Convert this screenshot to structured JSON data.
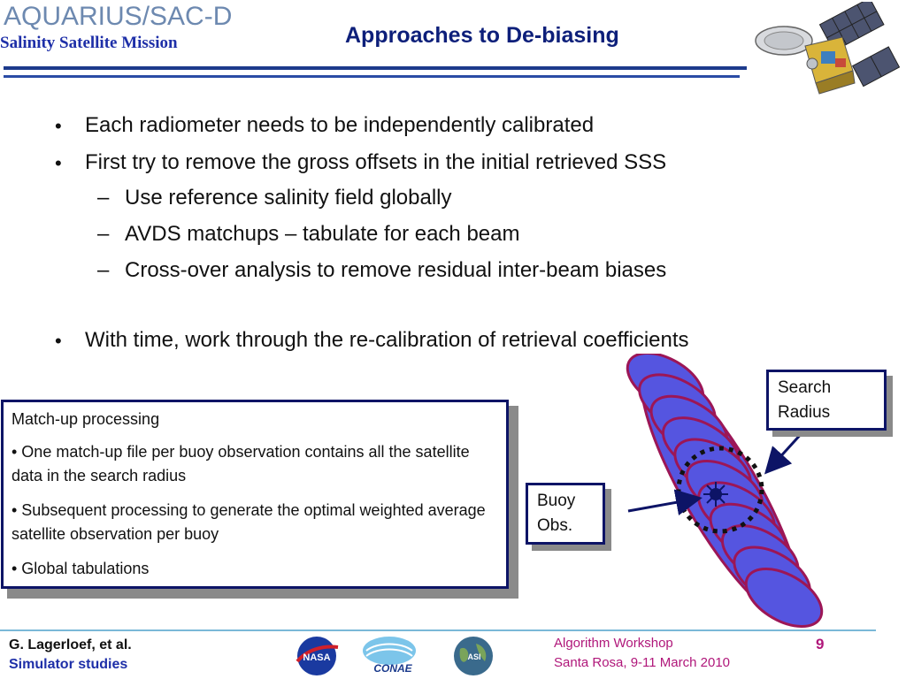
{
  "header": {
    "logo_text": "AQUARIUS/SAC-D",
    "logo_subtitle": "Salinity Satellite Mission",
    "title": "Approaches to De-biasing"
  },
  "bullets": [
    {
      "level": 1,
      "text": "Each radiometer needs to be independently calibrated"
    },
    {
      "level": 1,
      "text": "First try to remove the gross offsets in the initial retrieved SSS"
    },
    {
      "level": 2,
      "text": "Use reference salinity field globally"
    },
    {
      "level": 2,
      "text": "AVDS matchups – tabulate for each beam"
    },
    {
      "level": 2,
      "text": "Cross-over analysis to remove residual inter-beam biases"
    },
    {
      "level": 1,
      "text": "With time, work through the re-calibration of retrieval coefficients"
    }
  ],
  "markers": {
    "level1": "•",
    "level2": "–"
  },
  "matchup": {
    "heading": "Match-up processing",
    "item1": "• One match-up file per buoy observation contains all the satellite data in the search radius",
    "item2": "• Subsequent processing to generate the optimal weighted average satellite observation per buoy",
    "item3": "•  Global tabulations"
  },
  "callouts": {
    "search_radius": "Search Radius",
    "buoy_obs": "Buoy Obs."
  },
  "footer": {
    "author": "G. Lagerloef, et al.",
    "subtitle": "Simulator studies",
    "workshop": "Algorithm Workshop",
    "location": "Santa Rosa, 9-11 March 2010",
    "page": "9",
    "logos": [
      "NASA",
      "CONAE",
      "ASI"
    ]
  },
  "colors": {
    "title_blue": "#0d1f7a",
    "footer_magenta": "#b0177a",
    "ellipse_fill": "#5555e0",
    "ellipse_stroke": "#9c1656"
  }
}
